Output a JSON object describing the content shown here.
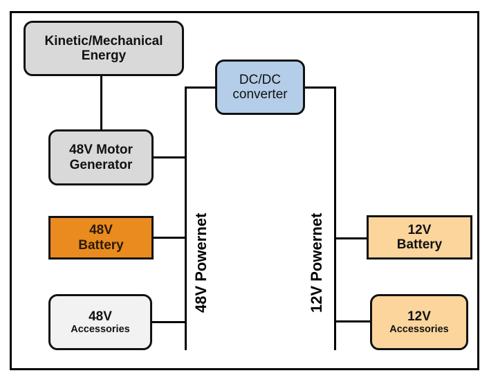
{
  "diagram": {
    "title": "48V / 12V dual powernet architecture",
    "nodes": {
      "kinetic": {
        "line1": "Kinetic/Mechanical",
        "line2": "Energy",
        "color": "#d9d9d9"
      },
      "dcdc": {
        "line1": "DC/DC",
        "line2": "converter",
        "color": "#b4cde8"
      },
      "motor": {
        "line1": "48V Motor",
        "line2": "Generator",
        "color": "#d9d9d9"
      },
      "battery48": {
        "line1": "48V",
        "line2": "Battery",
        "color": "#e98b1f"
      },
      "acc48": {
        "line1": "48V",
        "line2": "Accessories",
        "color": "#f2f2f2"
      },
      "battery12": {
        "line1": "12V",
        "line2": "Battery",
        "color": "#fbd59c"
      },
      "acc12": {
        "line1": "12V",
        "line2": "Accessories",
        "color": "#fbd59c"
      }
    },
    "buses": {
      "bus48": {
        "label": "48V Powernet"
      },
      "bus12": {
        "label": "12V Powernet"
      }
    },
    "edges": [
      {
        "from": "kinetic",
        "to": "motor"
      },
      {
        "from": "motor",
        "to": "bus48"
      },
      {
        "from": "battery48",
        "to": "bus48"
      },
      {
        "from": "acc48",
        "to": "bus48"
      },
      {
        "from": "bus48",
        "to": "dcdc"
      },
      {
        "from": "dcdc",
        "to": "bus12"
      },
      {
        "from": "battery12",
        "to": "bus12"
      },
      {
        "from": "acc12",
        "to": "bus12"
      }
    ]
  }
}
